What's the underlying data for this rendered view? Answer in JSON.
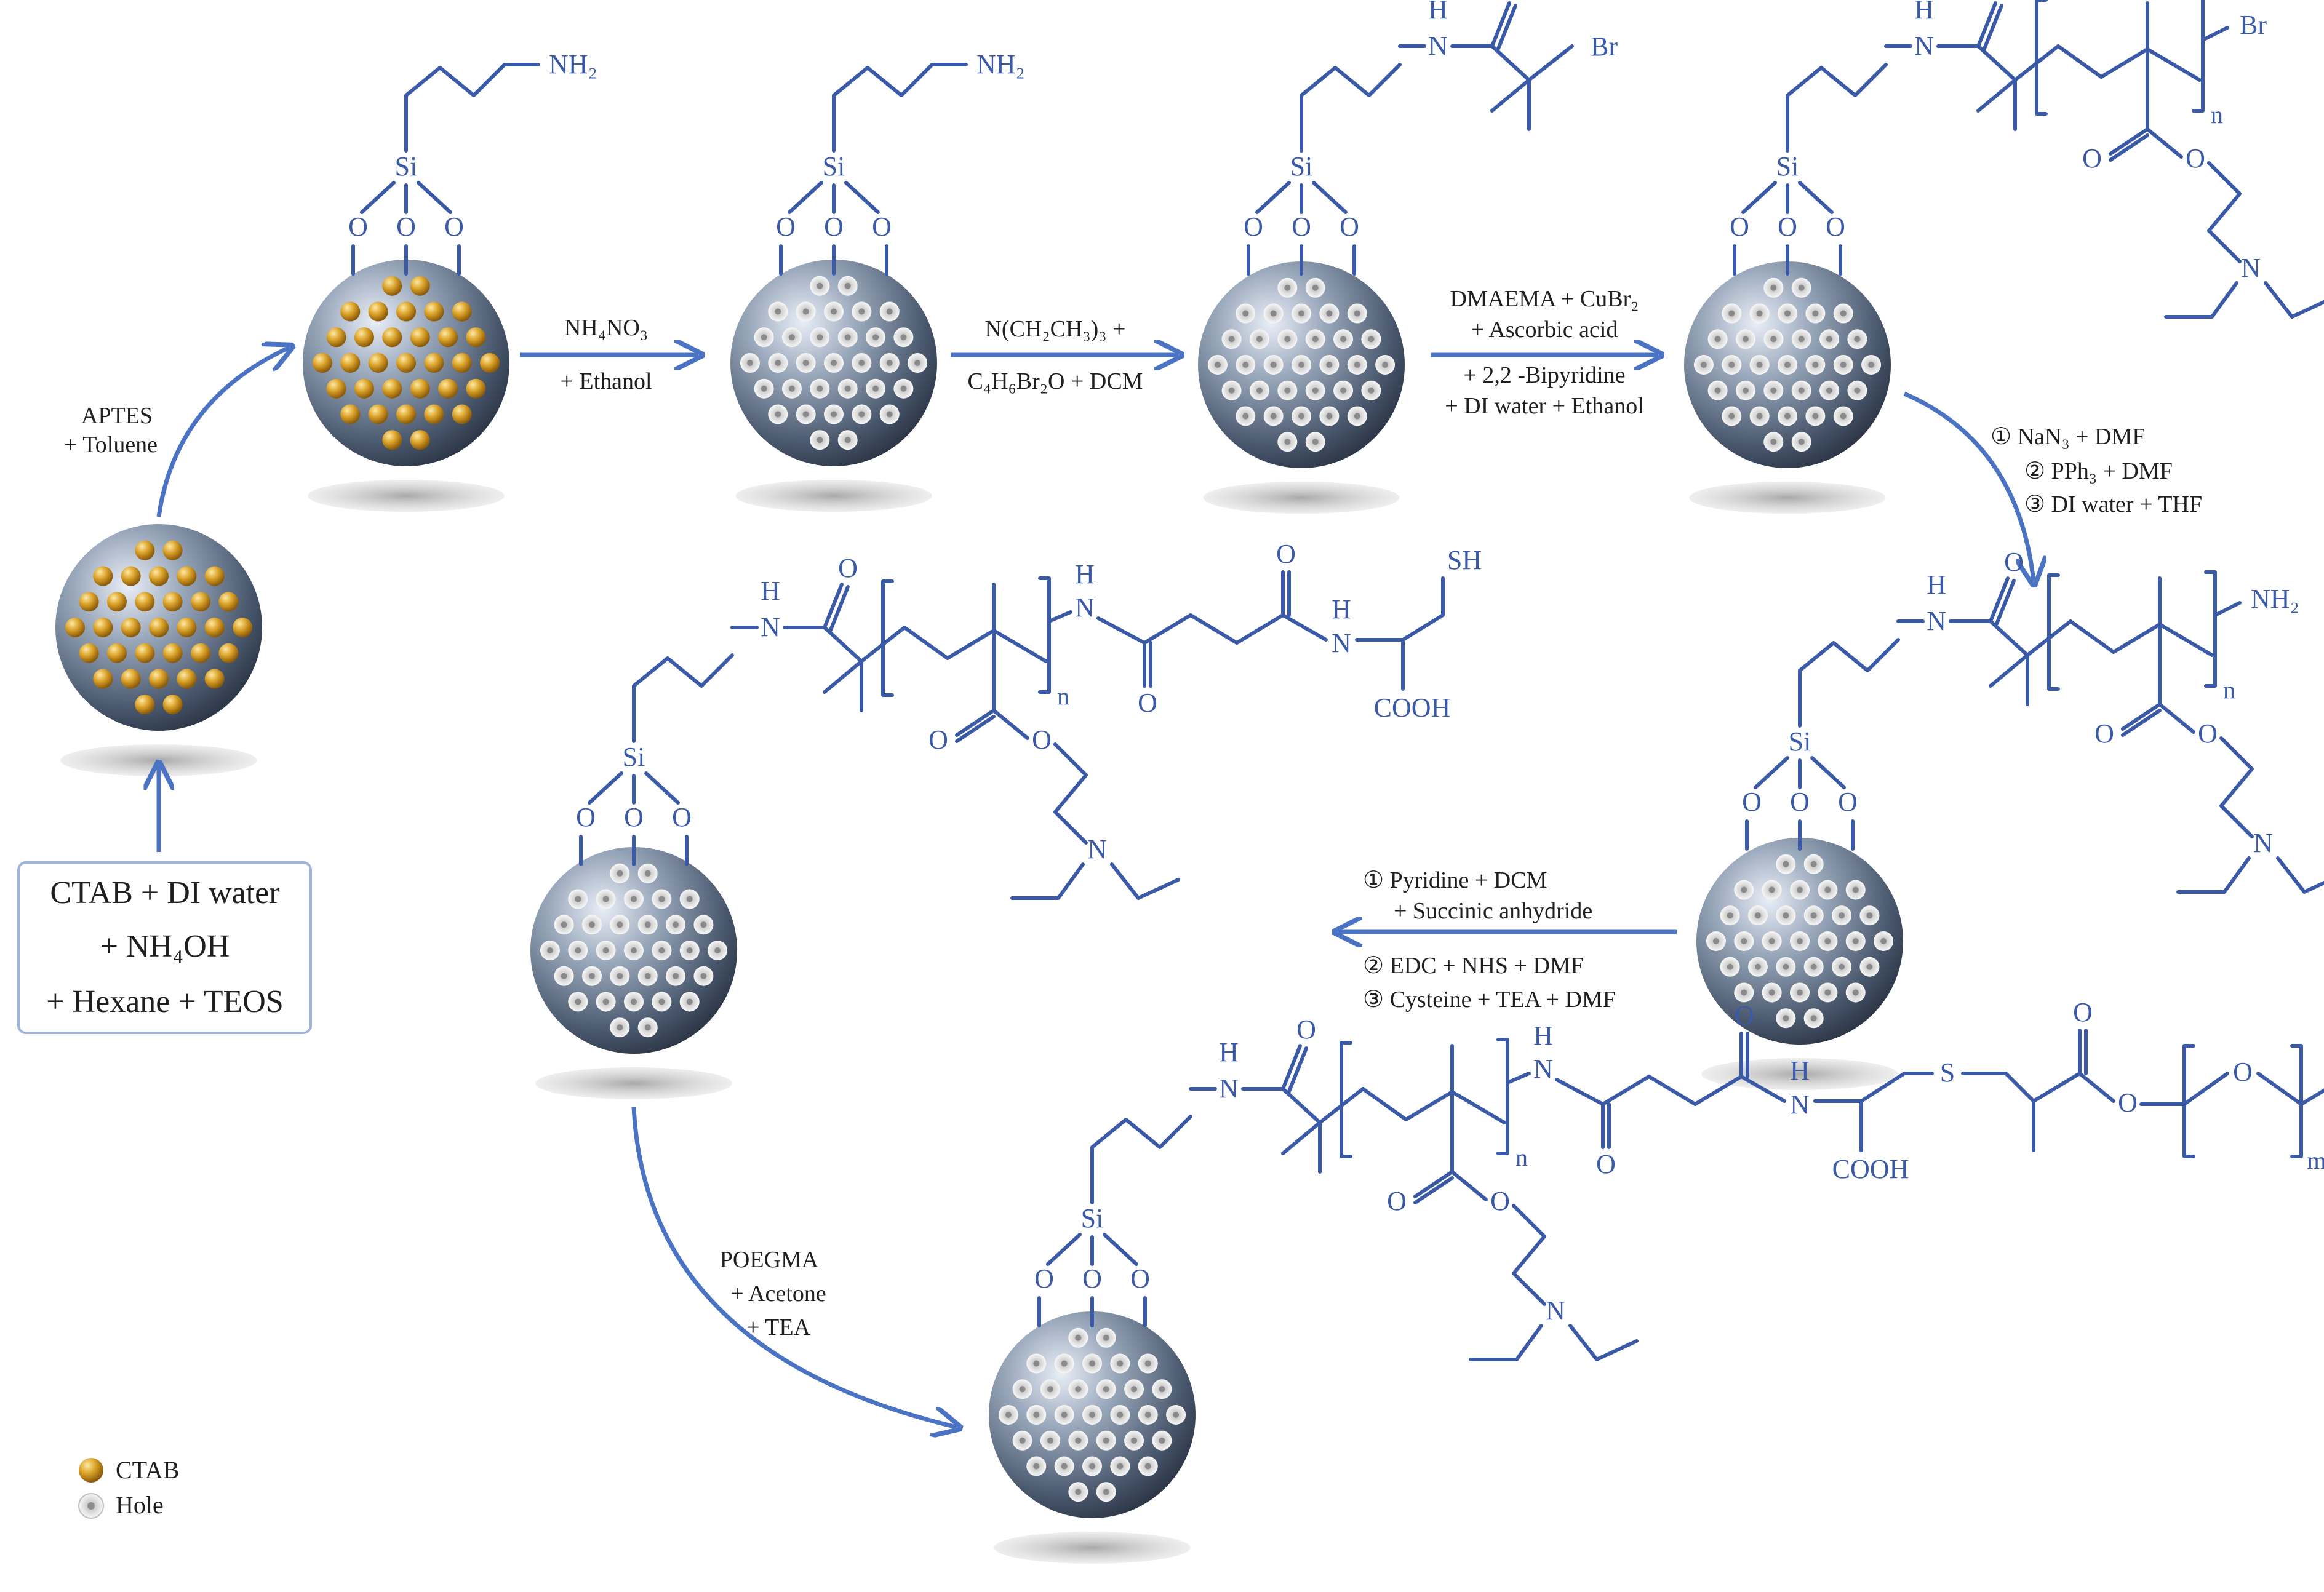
{
  "colors": {
    "chem": "#3a5aa8",
    "arrow": "#4a73c4",
    "ctab": "#c8921e",
    "sphere": "#5f7088"
  },
  "start_box": {
    "line1": "CTAB + DI water",
    "line2": "+ NH₄OH",
    "line3": "+ Hexane + TEOS"
  },
  "steps": {
    "s1": [
      "APTES",
      "+ Toluene"
    ],
    "s2": [
      "NH₄NO₃",
      "+ Ethanol"
    ],
    "s3": [
      "N(CH₂CH₃)₃ +",
      "C₄H₆Br₂O + DCM"
    ],
    "s4": [
      "DMAEMA + CuBr₂",
      "+ Ascorbic acid",
      "+ 2,2 -Bipyridine",
      "+ DI water + Ethanol"
    ],
    "s5": [
      "① NaN₃ + DMF",
      "② PPh₃ + DMF",
      "③ DI water + THF"
    ],
    "s6": [
      "① Pyridine + DCM",
      "+ Succinic anhydride",
      "② EDC + NHS + DMF",
      "③ Cysteine + TEA + DMF"
    ],
    "s7": [
      "POEGMA",
      "+ Acetone",
      "+ TEA"
    ]
  },
  "chem": {
    "nh2": "NH₂",
    "si": "Si",
    "o": "O",
    "h": "H",
    "n": "N",
    "br": "Br",
    "sub_n": "n",
    "sub_m": "m",
    "sh": "SH",
    "s": "S",
    "cooh": "COOH"
  },
  "legend": {
    "ctab": "CTAB",
    "hole": "Hole"
  }
}
